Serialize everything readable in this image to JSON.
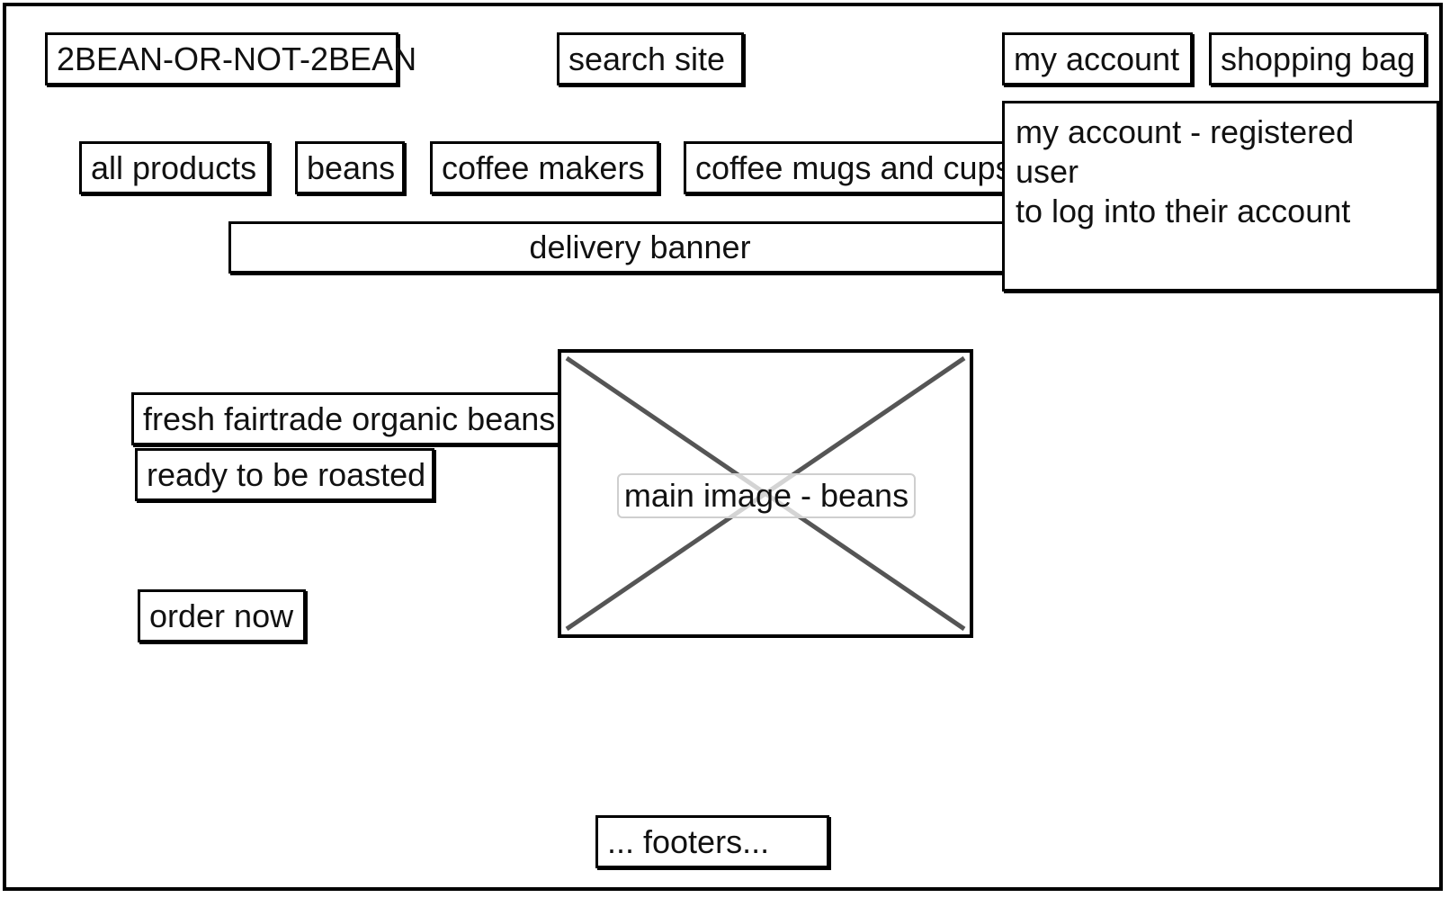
{
  "header": {
    "logo": "2BEAN-OR-NOT-2BEAN",
    "search": "search site",
    "account": "my account",
    "bag": "shopping bag"
  },
  "nav": {
    "items": [
      {
        "label": "all products"
      },
      {
        "label": "beans"
      },
      {
        "label": "coffee makers"
      },
      {
        "label": "coffee mugs and cups"
      }
    ]
  },
  "delivery_banner": "delivery banner",
  "account_dropdown": {
    "line1": "my account - registered user",
    "line2": "to log into their account"
  },
  "hero": {
    "heading": "fresh fairtrade organic beans",
    "subheading": "ready to be roasted",
    "cta": "order now",
    "image_label": "main image - beans"
  },
  "footer": "... footers..."
}
